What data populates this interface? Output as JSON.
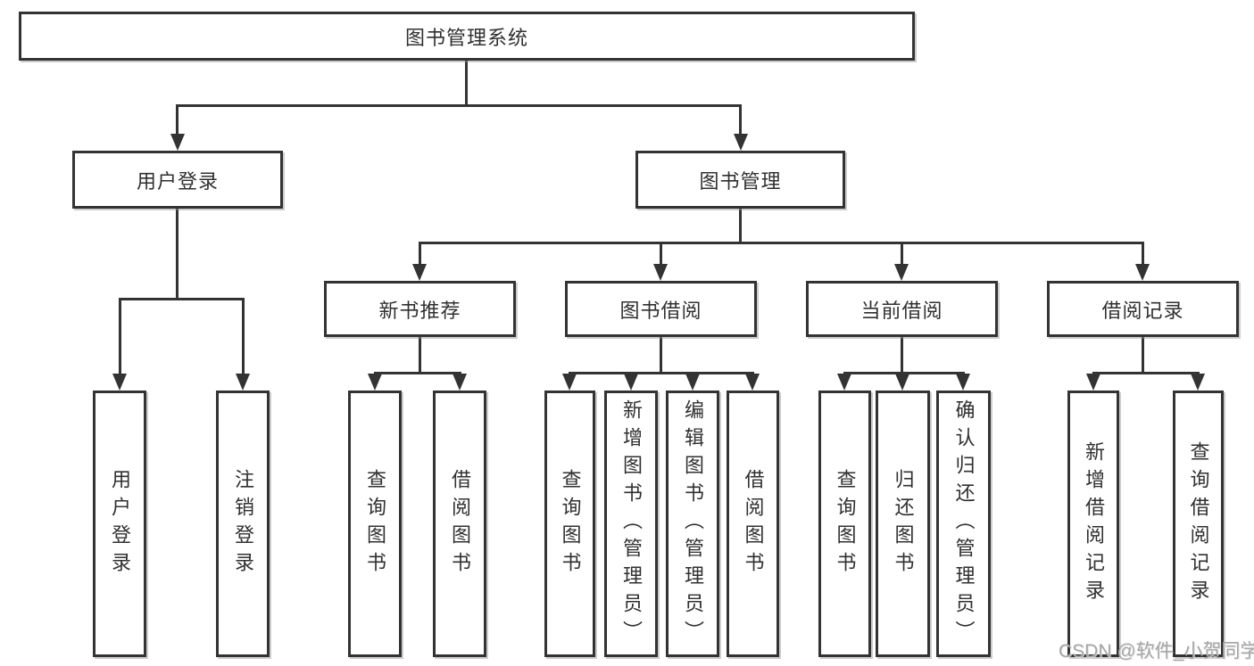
{
  "nodes": {
    "root": "图书管理系统",
    "user_login": "用户登录",
    "book_mgmt": "图书管理",
    "new_books": "新书推荐",
    "book_borrow": "图书借阅",
    "current_borrow": "当前借阅",
    "borrow_records": "借阅记录",
    "user_login_children": [
      "用户登录",
      "注销登录"
    ],
    "new_books_children": [
      "查询图书",
      "借阅图书"
    ],
    "book_borrow_children": [
      "查询图书",
      "新增图书（管理员）",
      "编辑图书（管理员）",
      "借阅图书"
    ],
    "current_borrow_children": [
      "查询图书",
      "归还图书",
      "确认归还（管理员）"
    ],
    "borrow_records_children": [
      "新增借阅记录",
      "查询借阅记录"
    ]
  },
  "watermark": "CSDN @软件_小贺同学",
  "colors": {
    "line": "#333333",
    "text": "#303030",
    "watermark": "#a6a6a6",
    "background": "#ffffff"
  }
}
